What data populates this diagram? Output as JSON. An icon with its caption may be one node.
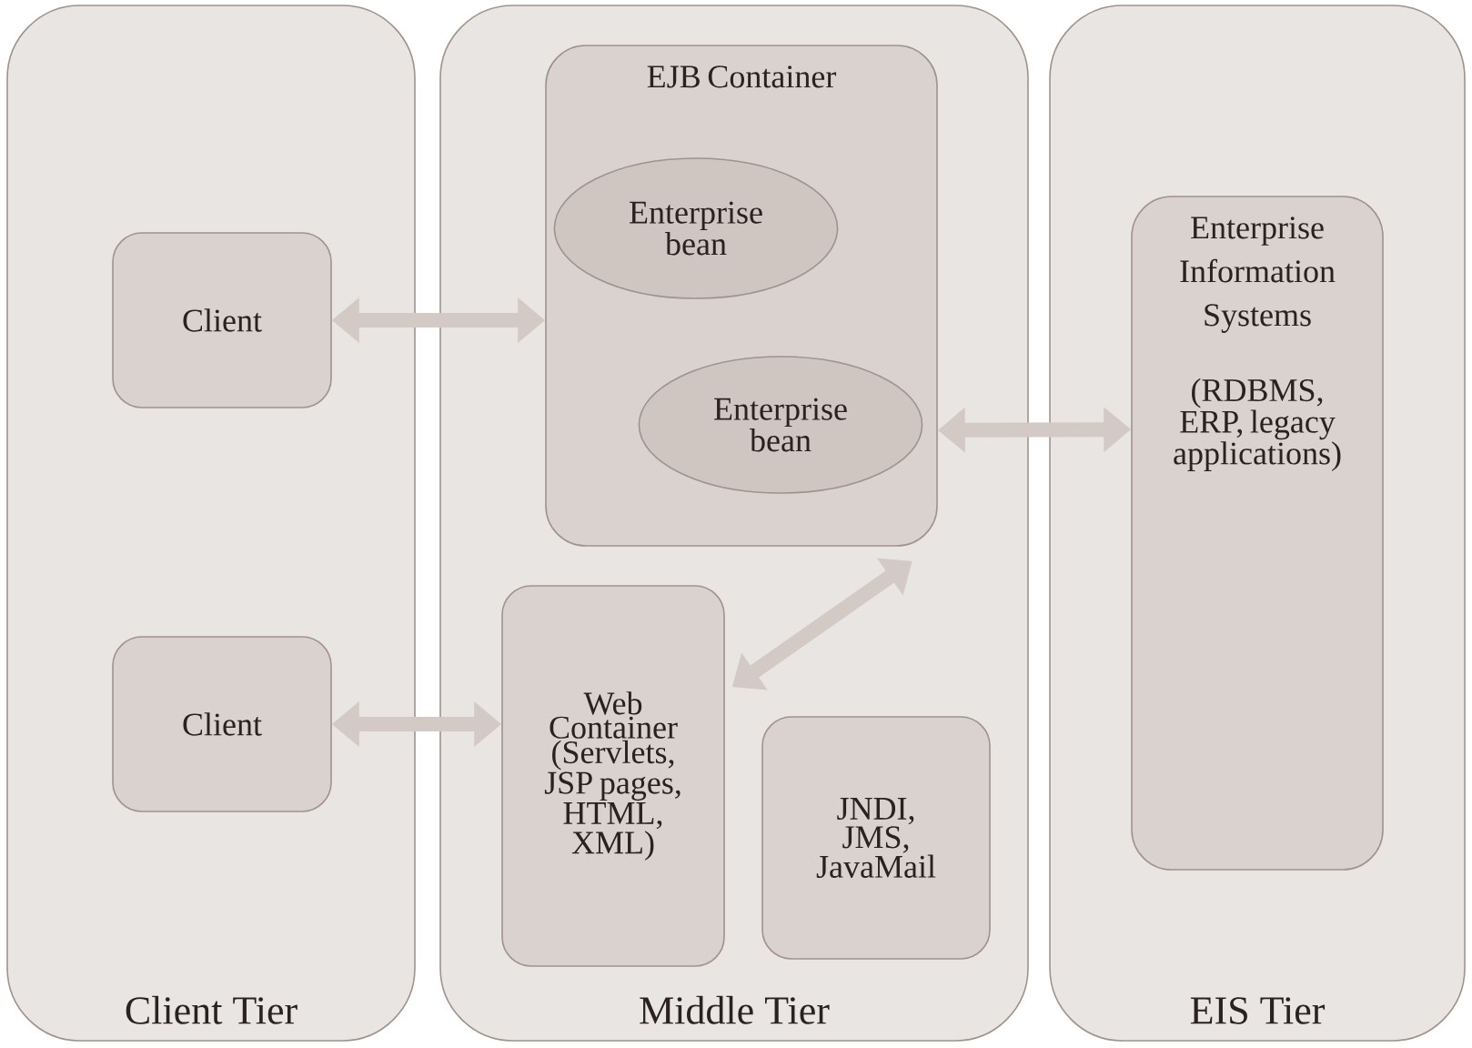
{
  "diagram": {
    "nodes": [
      {
        "text": [
          "Client Tier"
        ]
      },
      {
        "text": [
          "Client"
        ],
        "in": 0
      },
      {
        "text": [
          "Client"
        ],
        "in": 0
      },
      {
        "text": [
          "Middle Tier"
        ]
      },
      {
        "text": [
          "EJB Container"
        ],
        "in": 3
      },
      {
        "text": [
          "Enterprise bean"
        ],
        "in": 4
      },
      {
        "text": [
          "Enterprise bean"
        ],
        "in": 4
      },
      {
        "text": [
          "Web Container (Servlets, JSP pages, HTML, XML)"
        ],
        "in": 3
      },
      {
        "text": [
          "JNDI, JMS, JavaMail"
        ],
        "in": 3
      },
      {
        "text": [
          "EIS Tier"
        ]
      },
      {
        "text": [
          "Enterprise Information Systems",
          "(RDBMS, ERP, legacy applications)"
        ],
        "in": 9
      }
    ],
    "edges": [
      {
        "from": 1,
        "to": 4,
        "arrow": "both"
      },
      {
        "from": 2,
        "to": 7,
        "arrow": "both"
      },
      {
        "from": 7,
        "to": 4,
        "arrow": "both"
      },
      {
        "from": 4,
        "to": 10,
        "arrow": "both"
      }
    ]
  }
}
